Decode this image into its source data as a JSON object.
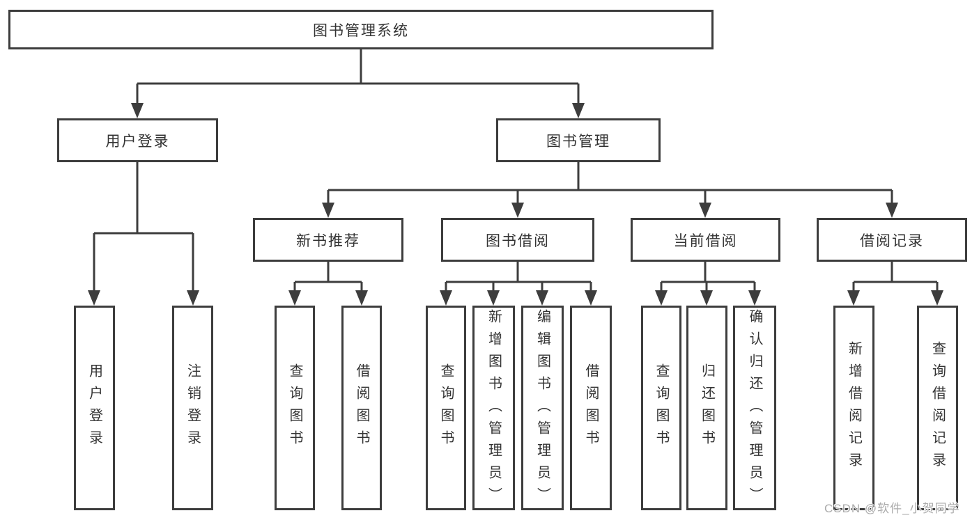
{
  "tree": {
    "label": "图书管理系统",
    "children": [
      {
        "label": "用户登录",
        "children": [
          {
            "label": "用户登录"
          },
          {
            "label": "注销登录"
          }
        ]
      },
      {
        "label": "图书管理",
        "children": [
          {
            "label": "新书推荐",
            "children": [
              {
                "label": "查询图书"
              },
              {
                "label": "借阅图书"
              }
            ]
          },
          {
            "label": "图书借阅",
            "children": [
              {
                "label": "查询图书"
              },
              {
                "label": "新增图书（管理员）"
              },
              {
                "label": "编辑图书（管理员）"
              },
              {
                "label": "借阅图书"
              }
            ]
          },
          {
            "label": "当前借阅",
            "children": [
              {
                "label": "查询图书"
              },
              {
                "label": "归还图书"
              },
              {
                "label": "确认归还（管理员）"
              }
            ]
          },
          {
            "label": "借阅记录",
            "children": [
              {
                "label": "新增借阅记录"
              },
              {
                "label": "查询借阅记录"
              }
            ]
          }
        ]
      }
    ]
  },
  "watermark": {
    "text": "CSDN @软件_小贺同学"
  },
  "colors": {
    "line": "#3d3d3d",
    "text": "#333333",
    "background": "#ffffff",
    "watermark": "#ababab"
  }
}
